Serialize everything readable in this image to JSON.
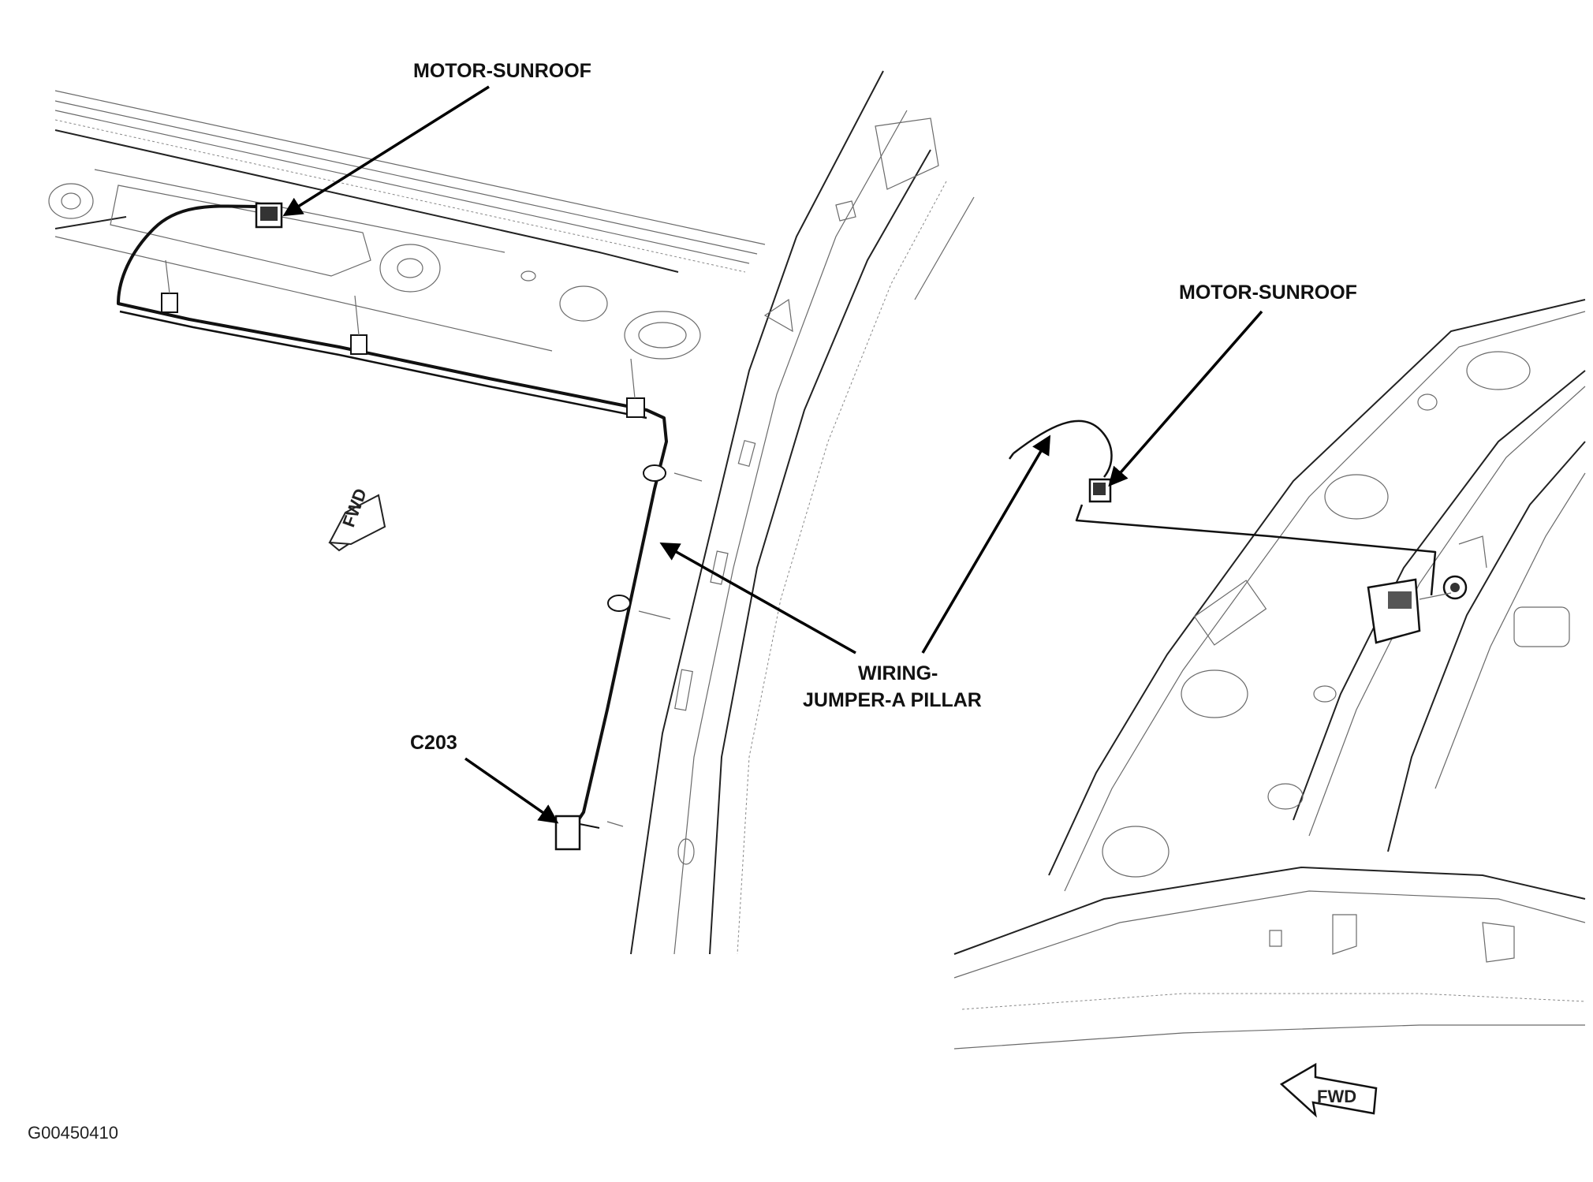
{
  "diagram": {
    "labels": {
      "motor_sunroof_left": "MOTOR-SUNROOF",
      "motor_sunroof_right": "MOTOR-SUNROOF",
      "wiring_line1": "WIRING-",
      "wiring_line2": "JUMPER-A PILLAR",
      "connector": "C203",
      "figure_id": "G00450410"
    },
    "fwd_arrows": {
      "left": "FWD",
      "right": "FWD"
    }
  }
}
